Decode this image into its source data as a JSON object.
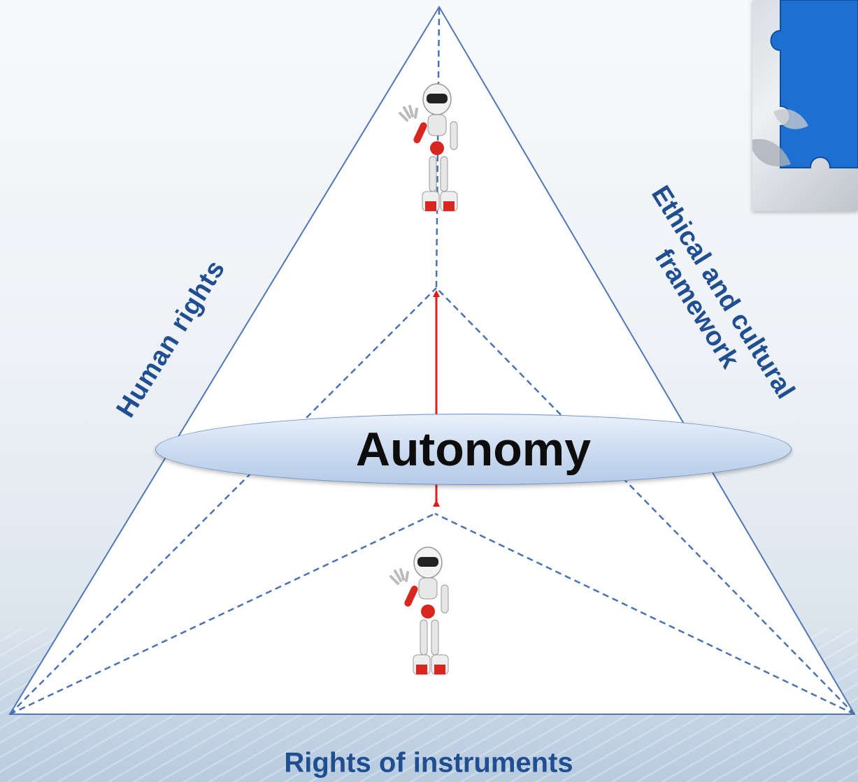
{
  "diagram": {
    "center_label": "Autonomy",
    "left_side_label": "Human rights",
    "right_side_label_line1": "Ethical and cultural",
    "right_side_label_line2": "framework",
    "bottom_label": "Rights of instruments"
  },
  "colors": {
    "outline": "#4f77b3",
    "dashed": "#4a72b0",
    "arrow": "#e11a1a",
    "label_text": "#1f4e91",
    "center_text": "#0d0d0d"
  },
  "icons": [
    "robot-icon",
    "robot-icon",
    "puzzle-image"
  ]
}
